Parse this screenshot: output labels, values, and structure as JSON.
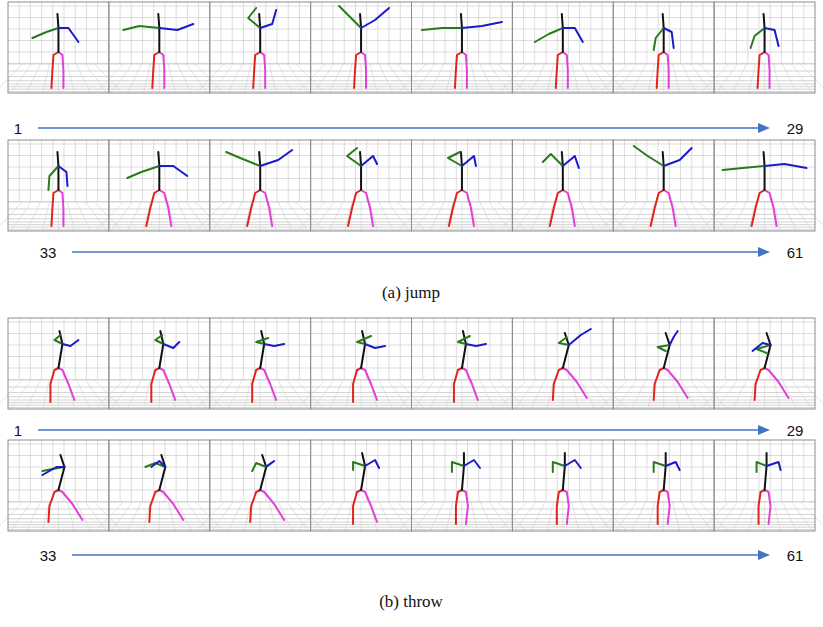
{
  "diagram": {
    "labels": [
      "1",
      "29",
      "33",
      "61",
      "(a) jump",
      "1",
      "29",
      "33",
      "61",
      "(b) throw"
    ]
  }
}
